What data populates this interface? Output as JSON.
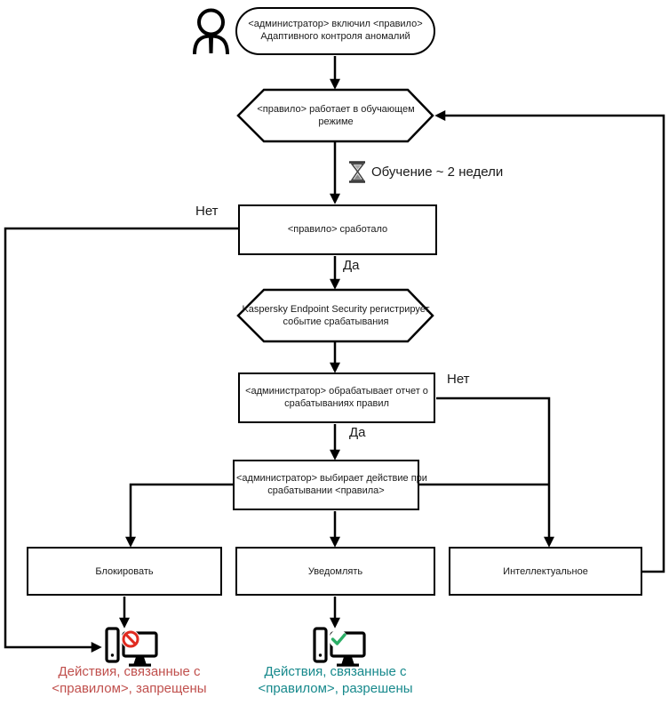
{
  "nodes": {
    "start": {
      "line1": "<администратор> включил <правило>",
      "line2": "Адаптивного контроля аномалий"
    },
    "learning": {
      "line1": "<правило>  работает в обучающем",
      "line2": "режиме"
    },
    "triggered": {
      "line1": "<правило> сработало"
    },
    "register": {
      "line1": "Kaspersky Endpoint Security регистрирует",
      "line2": "событие срабатывания"
    },
    "report": {
      "line1": "<администратор> обрабатывает отчет о",
      "line2": "срабатываниях правил"
    },
    "choose": {
      "line1": "<администратор> выбирает действие при",
      "line2": "срабатывании <правила>"
    }
  },
  "actions": [
    {
      "label": "Блокировать"
    },
    {
      "label": "Уведомлять"
    },
    {
      "label": "Интеллектуальное"
    }
  ],
  "edge_labels": {
    "triggered_no": "Нет",
    "triggered_yes": "Да",
    "report_no": "Нет",
    "report_yes": "Да",
    "learning_duration": "Обучение ~ 2 недели"
  },
  "results": {
    "blocked": {
      "line1": "Действия, связанные с",
      "line2": "<правилом>, запрещены",
      "color": "#c0504d"
    },
    "allowed": {
      "line1": "Действия, связанные с",
      "line2": "<правилом>, разрешены",
      "color": "#17898c"
    }
  },
  "icons": {
    "person": "person-icon",
    "hourglass": "hourglass-icon",
    "computer_blocked": "computer-blocked-icon",
    "computer_allowed": "computer-allowed-icon",
    "prohibition": "prohibition-icon",
    "check": "check-icon"
  },
  "colors": {
    "line": "#000000",
    "prohibition_red": "#e02b20",
    "check_green": "#2bae66",
    "blocked_text": "#c0504d",
    "allowed_text": "#17898c"
  }
}
